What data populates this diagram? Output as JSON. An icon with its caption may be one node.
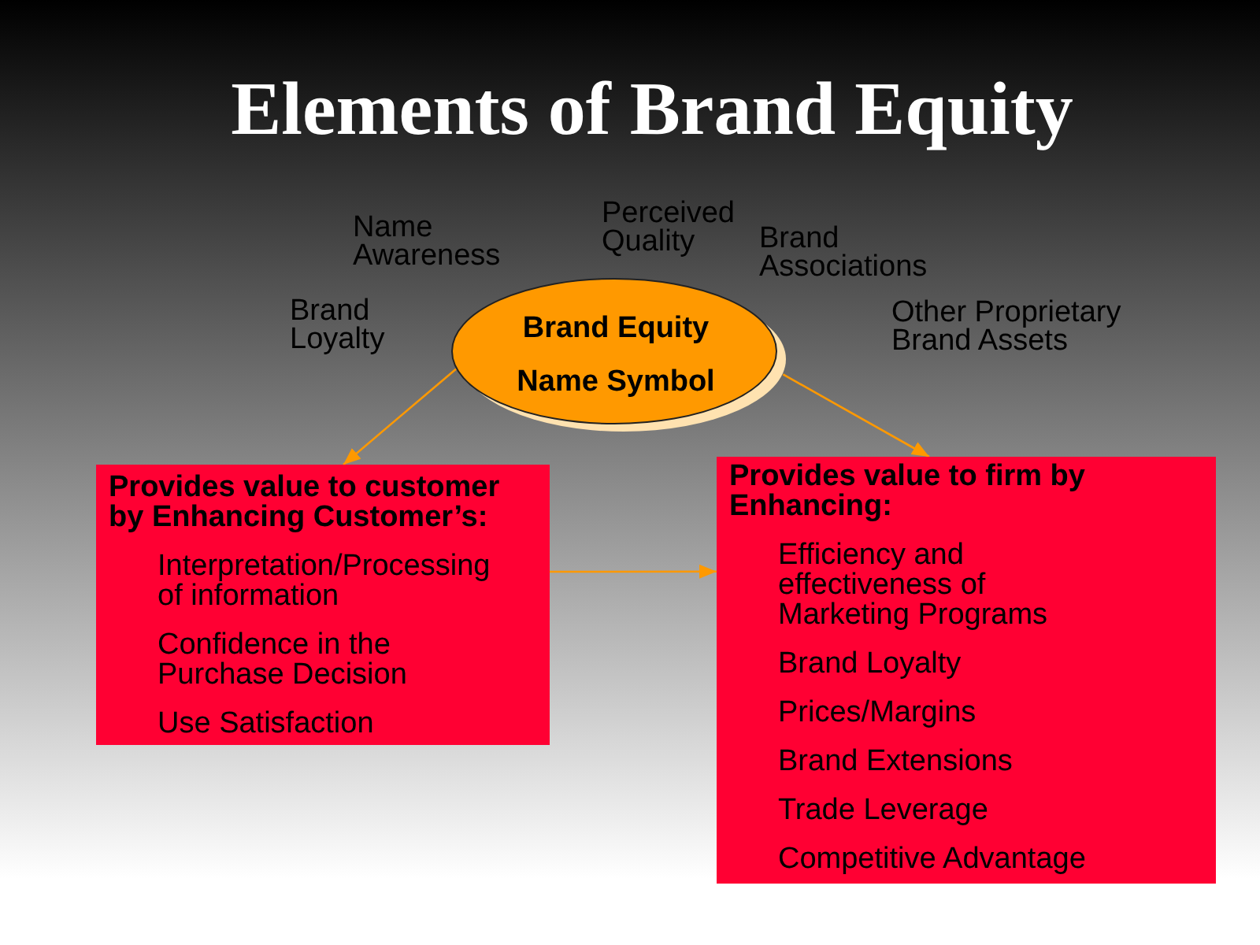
{
  "diagram": {
    "title": "Elements of Brand Equity",
    "nodes": [
      {
        "text": [
          "Brand Equity",
          "Name Symbol"
        ]
      },
      {
        "text": [
          "Provides value to customer by Enhancing Customer’s:",
          "Interpretation/Processing of information",
          "Confidence in the Purchase Decision",
          "Use Satisfaction"
        ]
      },
      {
        "text": [
          "Provides value to firm by Enhancing:",
          "Efficiency and effectiveness of Marketing Programs",
          "Brand Loyalty",
          "Prices/Margins",
          "Brand Extensions",
          "Trade Leverage",
          "Competitive Advantage"
        ]
      }
    ],
    "edges": [
      {
        "from": 0,
        "to": 1,
        "arrow": "to"
      },
      {
        "from": 0,
        "to": 2,
        "arrow": "to"
      },
      {
        "from": 1,
        "to": 2,
        "arrow": "to"
      }
    ],
    "labels": [
      "Name Awareness",
      "Perceived Quality",
      "Brand Associations",
      "Brand Loyalty",
      "Other Proprietary Brand Assets"
    ]
  }
}
